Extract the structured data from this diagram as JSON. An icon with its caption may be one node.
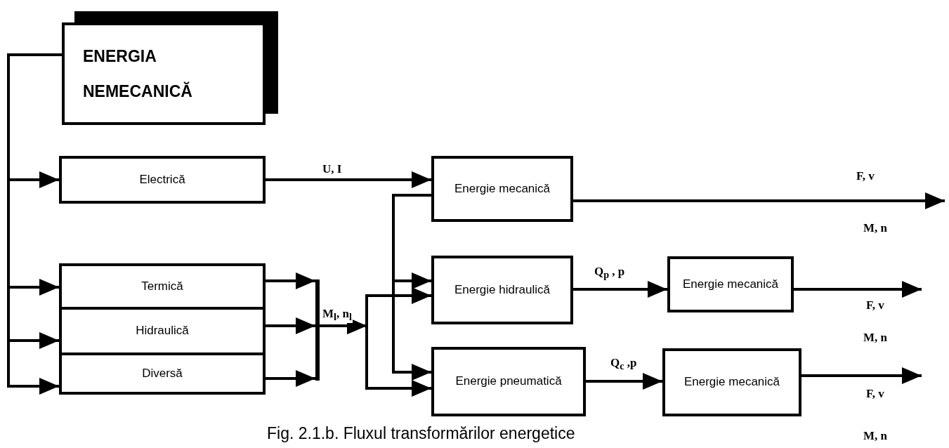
{
  "diagram": {
    "caption": "Fig. 2.1.b. Fluxul transformărilor energetice",
    "nodes": [
      {
        "text": [
          "ENERGIA NEMECANICĂ"
        ]
      },
      {
        "text": [
          "Electrică"
        ]
      },
      {
        "text": [
          "Termică"
        ]
      },
      {
        "text": [
          "Hidraulică"
        ]
      },
      {
        "text": [
          "Diversă"
        ]
      },
      {
        "text": [],
        "shape": "bar"
      },
      {
        "text": [
          "Energie mecanică"
        ]
      },
      {
        "text": [
          "Energie hidraulică"
        ]
      },
      {
        "text": [
          "Energie pneumatică"
        ]
      },
      {
        "text": [
          "Energie mecanică"
        ]
      },
      {
        "text": [
          "Energie mecanică"
        ]
      }
    ],
    "edges": [
      {
        "from": 0,
        "to": 1,
        "arrow": "to"
      },
      {
        "from": 0,
        "to": 2,
        "arrow": "to"
      },
      {
        "from": 0,
        "to": 3,
        "arrow": "to"
      },
      {
        "from": 0,
        "to": 4,
        "arrow": "to"
      },
      {
        "from": 1,
        "to": 6,
        "arrow": "to",
        "label": "U, I"
      },
      {
        "from": 2,
        "to": 5,
        "arrow": "to"
      },
      {
        "from": 3,
        "to": 5,
        "arrow": "to"
      },
      {
        "from": 4,
        "to": 5,
        "arrow": "to"
      },
      {
        "from": 5,
        "to": 7,
        "arrow": "to",
        "label": "M$_{l}$, n$_{l}$"
      },
      {
        "from": 5,
        "to": 8,
        "arrow": "to"
      },
      {
        "from": 6,
        "to": 7,
        "arrow": "to"
      },
      {
        "from": 6,
        "to": 8,
        "arrow": "to"
      },
      {
        "from": 6,
        "to": null,
        "arrow": "to",
        "label": "F, v"
      },
      {
        "from": 7,
        "to": 9,
        "arrow": "to",
        "label": "Q$_{p}$ , p"
      },
      {
        "from": 8,
        "to": 10,
        "arrow": "to",
        "label": "Q$_{c}$ ,p"
      },
      {
        "from": 9,
        "to": null,
        "arrow": "to",
        "label": "F, v"
      },
      {
        "from": 10,
        "to": null,
        "arrow": "to",
        "label": "F, v"
      }
    ],
    "labels": [
      "M, n",
      "M, n",
      "M, n"
    ]
  }
}
